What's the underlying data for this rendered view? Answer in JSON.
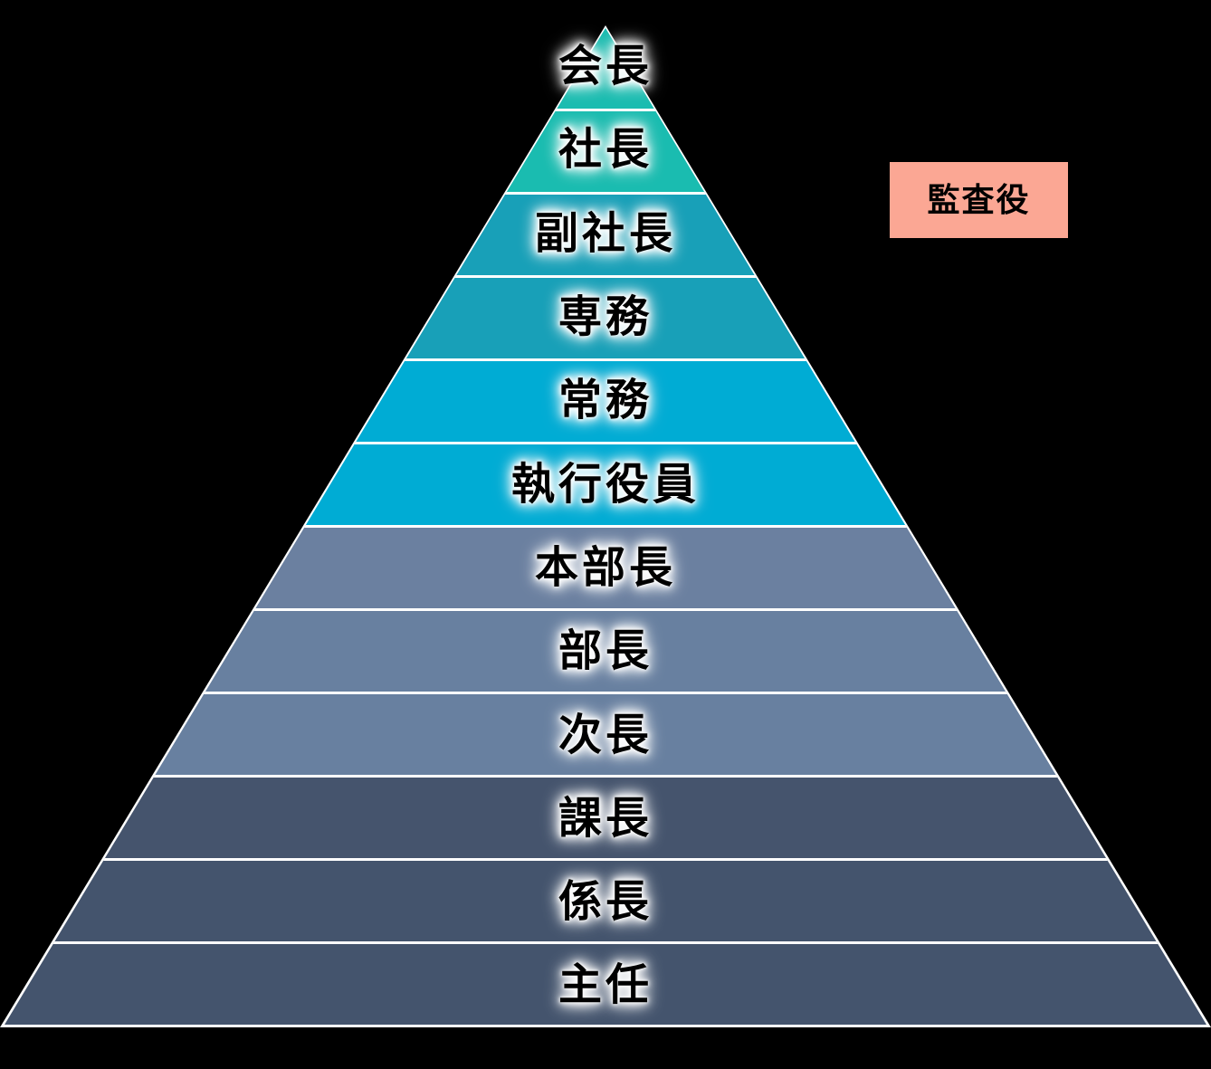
{
  "background_color": "#000000",
  "pyramid": {
    "description": "Japanese corporate job title hierarchy pyramid, 12 levels top to bottom",
    "divider_color": "#FFFFFF",
    "edge_color": "#FFFFFF",
    "levels": [
      {
        "rank": 1,
        "label": "会長",
        "color": "#1ABCB0"
      },
      {
        "rank": 2,
        "label": "社長",
        "color": "#1ABCB0"
      },
      {
        "rank": 3,
        "label": "副社長",
        "color": "#18A0B8"
      },
      {
        "rank": 4,
        "label": "専務",
        "color": "#18A0B8"
      },
      {
        "rank": 5,
        "label": "常務",
        "color": "#00ACD4"
      },
      {
        "rank": 6,
        "label": "執行役員",
        "color": "#00ACD4"
      },
      {
        "rank": 7,
        "label": "本部長",
        "color": "#6B80A0"
      },
      {
        "rank": 8,
        "label": "部長",
        "color": "#6880A0"
      },
      {
        "rank": 9,
        "label": "次長",
        "color": "#6880A0"
      },
      {
        "rank": 10,
        "label": "課長",
        "color": "#45546D"
      },
      {
        "rank": 11,
        "label": "係長",
        "color": "#44546D"
      },
      {
        "rank": 12,
        "label": "主任",
        "color": "#44546D"
      }
    ]
  },
  "auditor_box": {
    "label": "監査役",
    "bg_color": "#FBA794",
    "text_color": "#000000"
  }
}
